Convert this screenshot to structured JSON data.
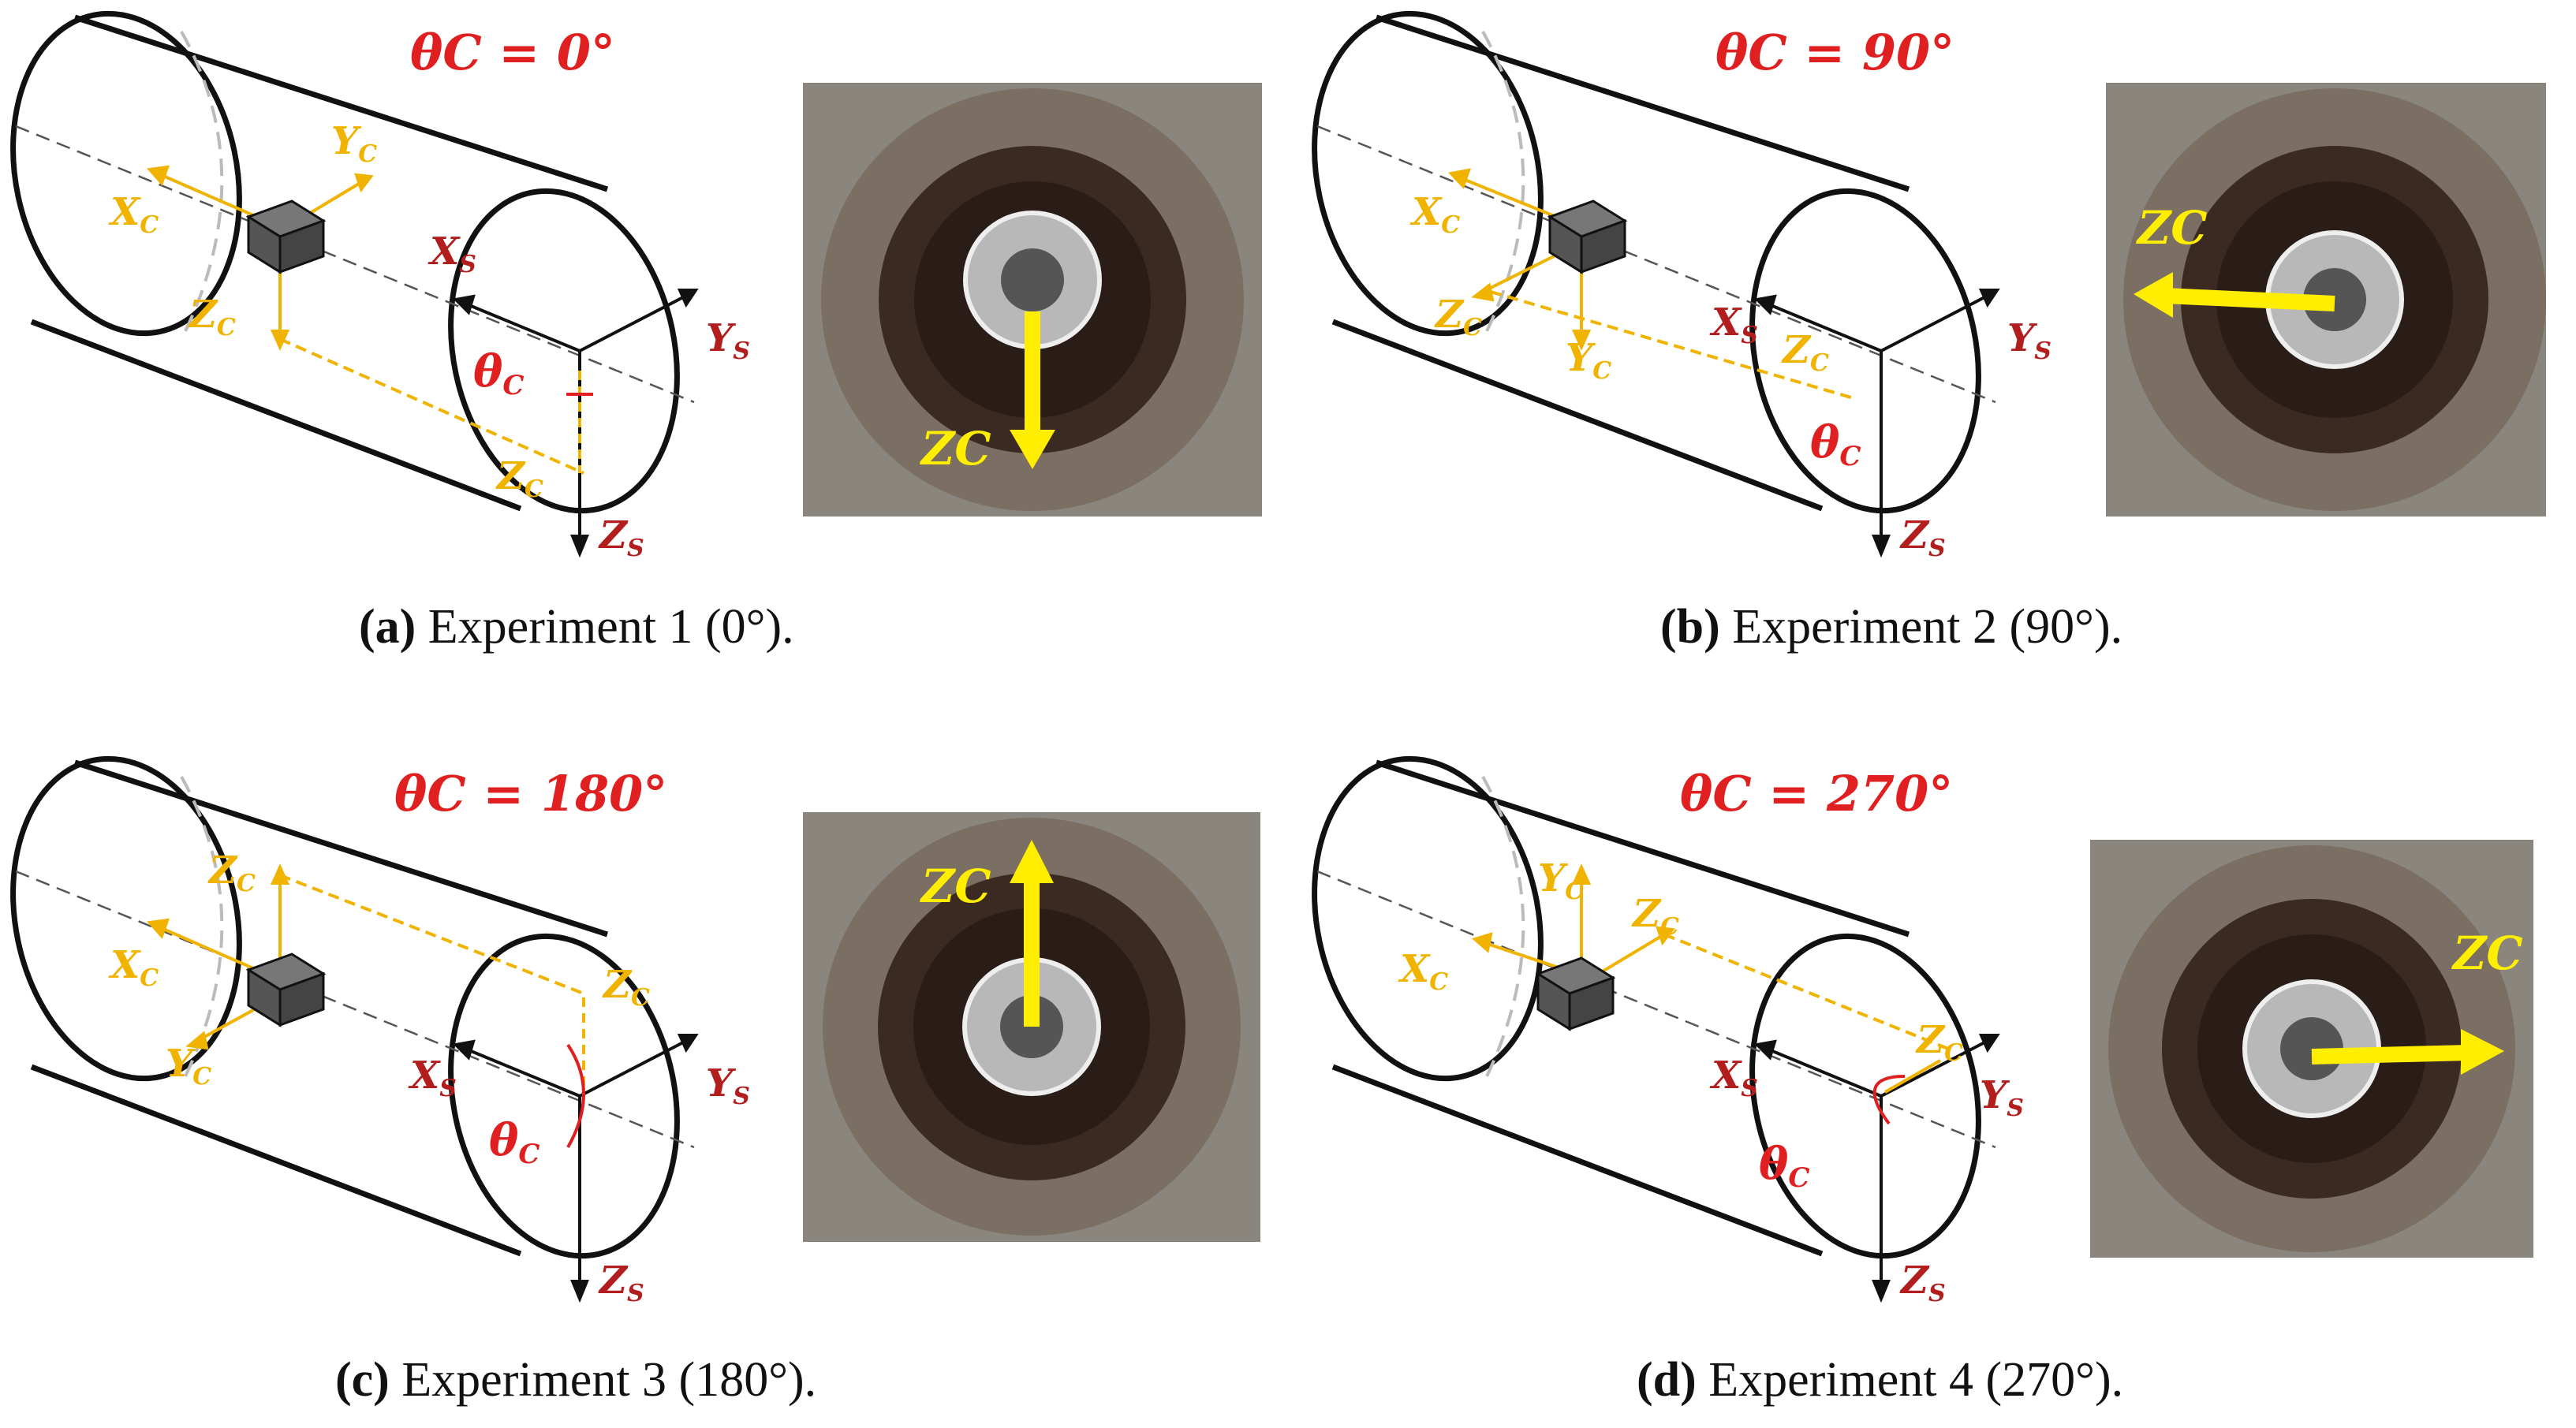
{
  "colors": {
    "cylinder": "#111111",
    "camera_axes": "#f0b400",
    "sensor_axes_label": "#b21e1e",
    "theta": "#e02020",
    "cube": "#4a4a4a",
    "arrow_photo": "#ffee00"
  },
  "labels": {
    "xc": "X",
    "yc": "Y",
    "zc": "Z",
    "c_sub": "C",
    "xs": "X",
    "ys": "Y",
    "zs": "Z",
    "s_sub": "S",
    "theta": "θ"
  },
  "panels": [
    {
      "id": "a",
      "angle_title": "θC = 0°",
      "caption_letter": "(a)",
      "caption_text": " Experiment 1 (0°).",
      "zc_photo_dir": "down",
      "photo_label": "ZC"
    },
    {
      "id": "b",
      "angle_title": "θC = 90°",
      "caption_letter": "(b)",
      "caption_text": " Experiment 2 (90°).",
      "zc_photo_dir": "left",
      "photo_label": "ZC"
    },
    {
      "id": "c",
      "angle_title": "θC = 180°",
      "caption_letter": "(c)",
      "caption_text": " Experiment 3 (180°).",
      "zc_photo_dir": "up",
      "photo_label": "ZC"
    },
    {
      "id": "d",
      "angle_title": "θC = 270°",
      "caption_letter": "(d)",
      "caption_text": " Experiment 4 (270°).",
      "zc_photo_dir": "right",
      "photo_label": "ZC"
    }
  ]
}
